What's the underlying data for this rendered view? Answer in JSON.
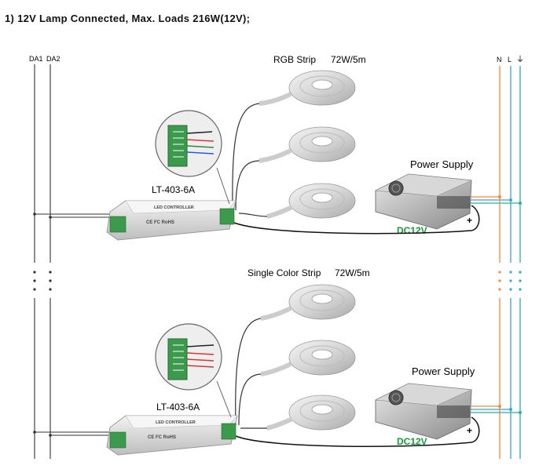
{
  "header": {
    "title": "1) 12V Lamp Connected, Max. Loads 216W(12V);"
  },
  "bus": {
    "da1": "DA1",
    "da2": "DA2",
    "n": "N",
    "l": "L",
    "ground": "⏚"
  },
  "colors": {
    "neutral_wire": "#f08a3a",
    "live_wire": "#3aa6c8",
    "ground_wire": "#2bb09a",
    "dc_label": "#1a9a3a",
    "signal_wire": "#333333"
  },
  "sections": [
    {
      "strip_label": "RGB Strip",
      "strip_power": "72W/5m",
      "controller_label": "LT-403-6A",
      "controller_face": "LED CONTROLLER",
      "controller_badges": "CE FC RoHS",
      "psu_label": "Power Supply",
      "dc_label": "DC12V",
      "minus": "-",
      "plus": "+"
    },
    {
      "strip_label": "Single Color Strip",
      "strip_power": "72W/5m",
      "controller_label": "LT-403-6A",
      "controller_face": "LED CONTROLLER",
      "controller_badges": "CE FC RoHS",
      "psu_label": "Power Supply",
      "dc_label": "DC12V",
      "minus": "-",
      "plus": "+"
    }
  ]
}
